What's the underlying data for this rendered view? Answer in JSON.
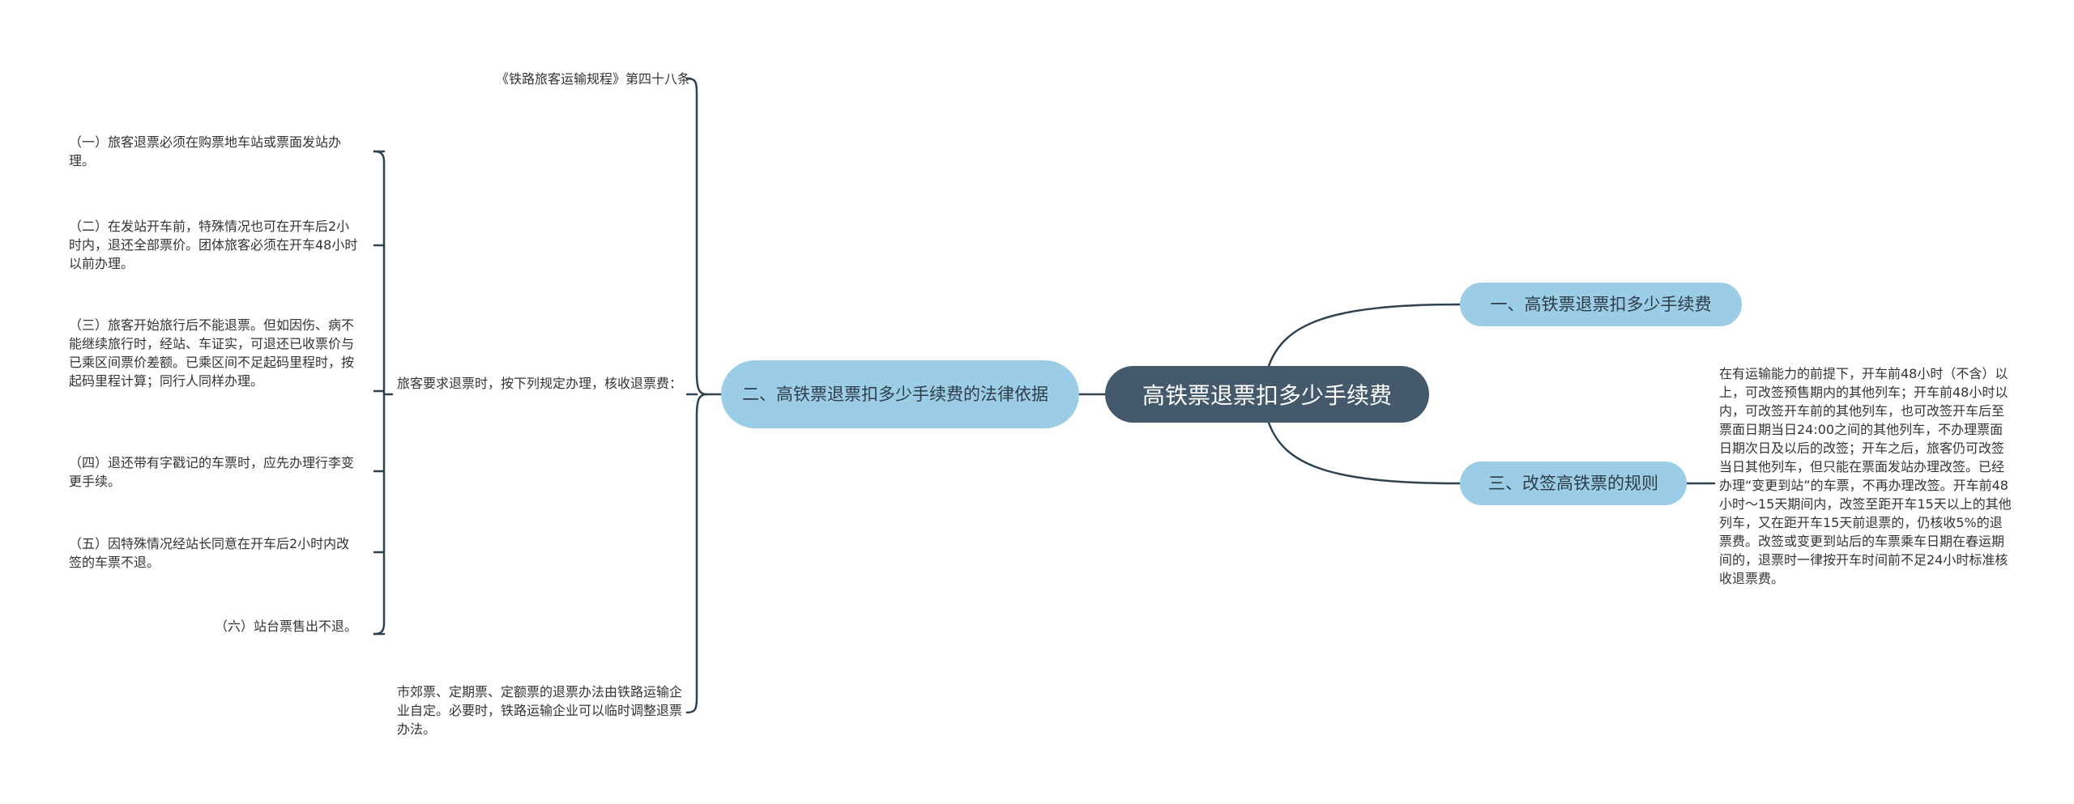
{
  "root": {
    "label": "高铁票退票扣多少手续费"
  },
  "branches": [
    {
      "label": "一、高铁票退票扣多少手续费"
    },
    {
      "label": "二、高铁票退票扣多少手续费的法律依据"
    },
    {
      "label": "三、改签高铁票的规则"
    }
  ],
  "law_title": "《铁路旅客运输规程》第四十八条",
  "law_intro": "旅客要求退票时，按下列规定办理，核收退票费：",
  "law_items": [
    "（一）旅客退票必须在购票地车站或票面发站办理。",
    "（二）在发站开车前，特殊情况也可在开车后2小时内，退还全部票价。团体旅客必须在开车48小时以前办理。",
    "（三）旅客开始旅行后不能退票。但如因伤、病不能继续旅行时，经站、车证实，可退还已收票价与已乘区间票价差额。已乘区间不足起码里程时，按起码里程计算；同行人同样办理。",
    "（四）退还带有字戳记的车票时，应先办理行李变更手续。",
    "（五）因特殊情况经站长同意在开车后2小时内改签的车票不退。",
    "（六）站台票售出不退。"
  ],
  "law_note": "市郊票、定期票、定额票的退票办法由铁路运输企业自定。必要时，铁路运输企业可以临时调整退票办法。",
  "rule_text": "在有运输能力的前提下，开车前48小时（不含）以上，可改签预售期内的其他列车；开车前48小时以内，可改签开车前的其他列车，也可改签开车后至票面日期当日24:00之间的其他列车，不办理票面日期次日及以后的改签；开车之后，旅客仍可改签当日其他列车，但只能在票面发站办理改签。已经办理“变更到站”的车票，不再办理改签。开车前48小时～15天期间内，改签至距开车15天以上的其他列车，又在距开车15天前退票的，仍核收5%的退票费。改签或变更到站后的车票乘车日期在春运期间的，退票时一律按开车时间前不足24小时标准核收退票费。",
  "colors": {
    "root_bg": "#445a6c",
    "branch_bg": "#9ccde6",
    "line": "#2f4250"
  }
}
